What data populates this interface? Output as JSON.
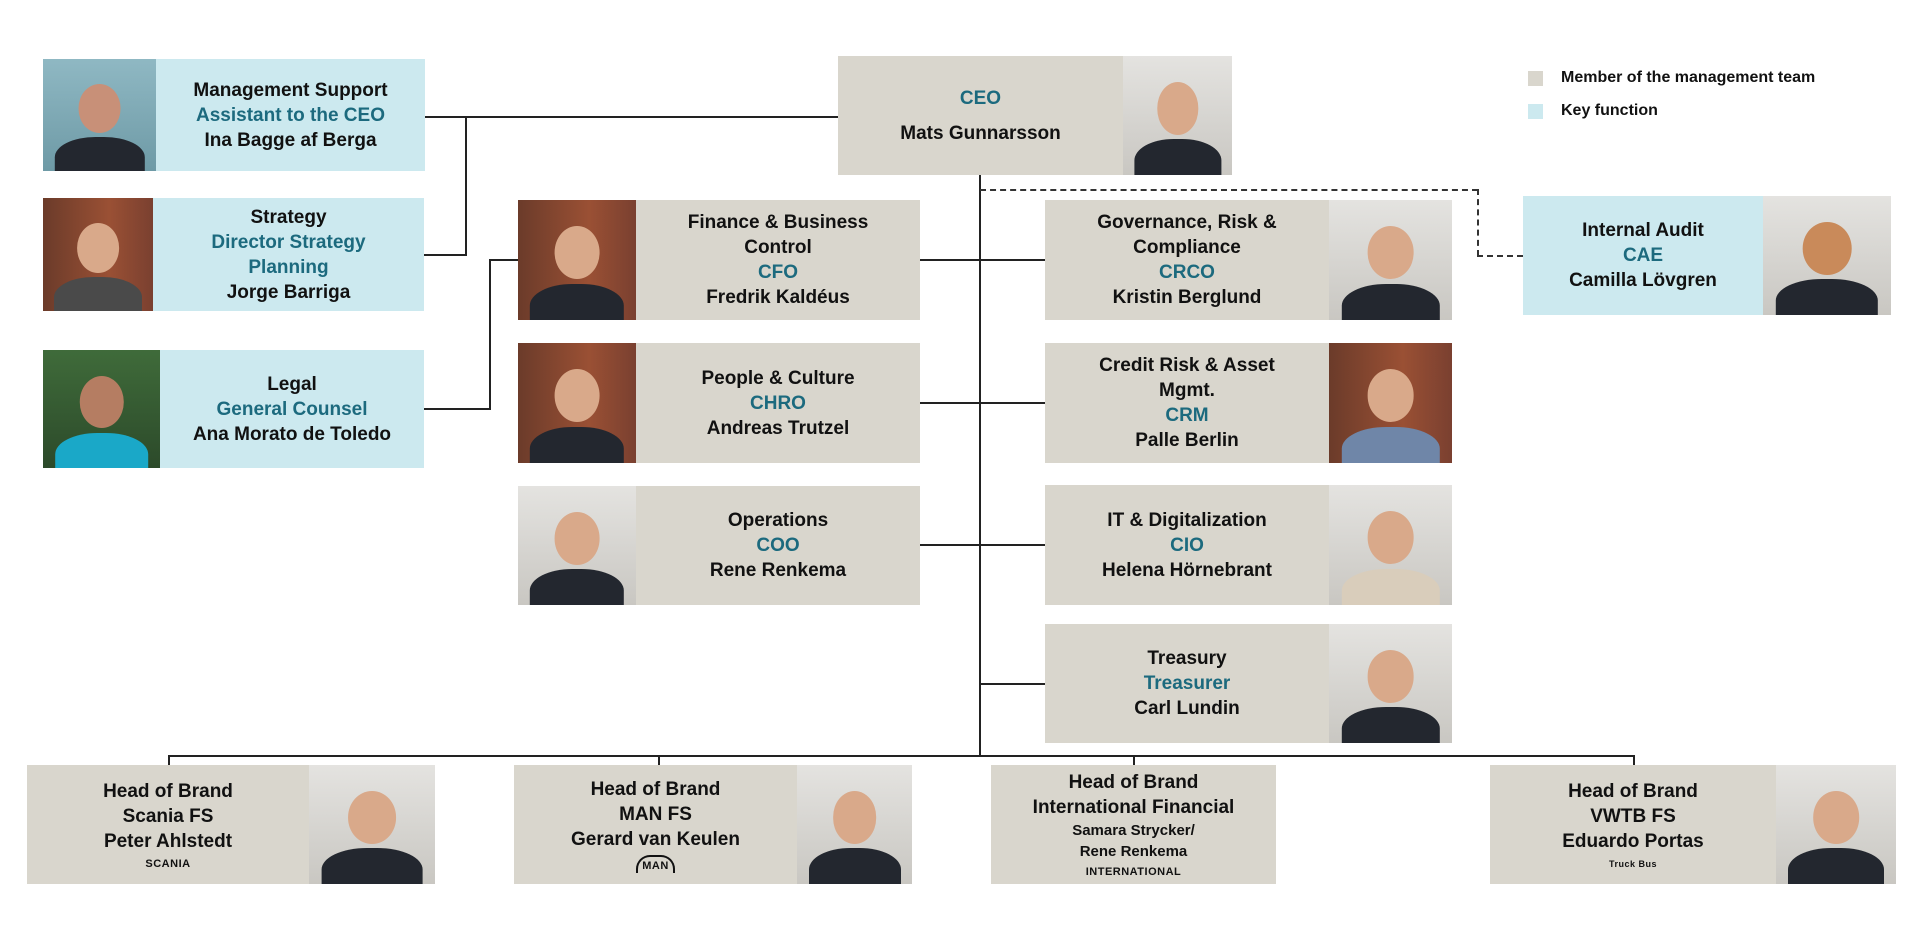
{
  "legend": {
    "member": "Member of the management team",
    "key": "Key function"
  },
  "colors": {
    "member": "#d9d6cd",
    "key": "#cce9ef",
    "title": "#1c6a7e"
  },
  "ceo": {
    "title": "CEO",
    "name": "Mats Gunnarsson"
  },
  "left": [
    {
      "dept": "Management Support",
      "title": "Assistant to the CEO",
      "name": "Ina Bagge af Berga"
    },
    {
      "dept": "Strategy",
      "title": "Director Strategy Planning",
      "name": "Jorge Barriga"
    },
    {
      "dept": "Legal",
      "title": "General Counsel",
      "name": "Ana Morato de Toledo"
    }
  ],
  "middle": [
    {
      "dept": "Finance & Business Control",
      "title": "CFO",
      "name": "Fredrik Kaldéus"
    },
    {
      "dept": "People & Culture",
      "title": "CHRO",
      "name": "Andreas Trutzel"
    },
    {
      "dept": "Operations",
      "title": "COO",
      "name": "Rene Renkema"
    }
  ],
  "right": [
    {
      "dept": "Governance, Risk & Compliance",
      "title": "CRCO",
      "name": "Kristin Berglund"
    },
    {
      "dept": "Credit Risk & Asset Mgmt.",
      "title": "CRM",
      "name": "Palle Berlin"
    },
    {
      "dept": "IT & Digitalization",
      "title": "CIO",
      "name": "Helena Hörnebrant"
    },
    {
      "dept": "Treasury",
      "title": "Treasurer",
      "name": "Carl Lundin"
    }
  ],
  "audit": {
    "dept": "Internal Audit",
    "title": "CAE",
    "name": "Camilla Lövgren"
  },
  "brands": [
    {
      "role": "Head of Brand",
      "brand": "Scania FS",
      "name": "Peter Ahlstedt",
      "logo": "SCANIA"
    },
    {
      "role": "Head of Brand",
      "brand": "MAN FS",
      "name": "Gerard van Keulen",
      "logo": "MAN"
    },
    {
      "role": "Head of Brand",
      "brand": "International Financial",
      "name": "Samara Strycker/ Rene Renkema",
      "logo": "INTERNATIONAL"
    },
    {
      "role": "Head of Brand",
      "brand": "VWTB FS",
      "name": "Eduardo Portas",
      "logo": "Truck Bus"
    }
  ]
}
